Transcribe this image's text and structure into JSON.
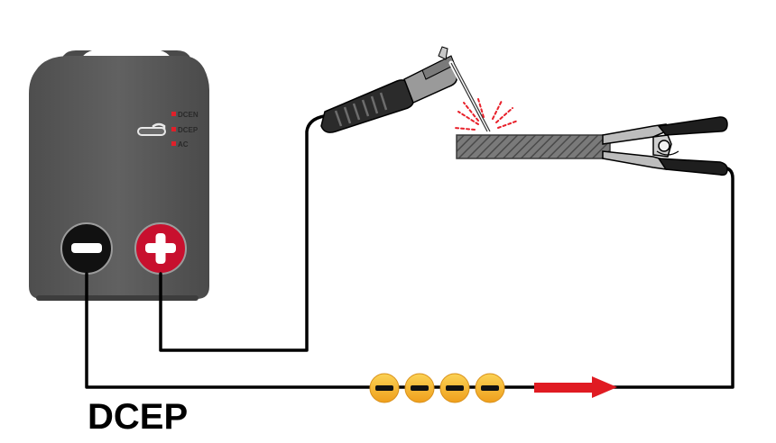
{
  "diagram": {
    "caption": "DCEP",
    "welder": {
      "selector_modes": [
        {
          "label": "DCEN",
          "selected": false
        },
        {
          "label": "DCEP",
          "selected": true
        },
        {
          "label": "AC",
          "selected": false
        }
      ],
      "negative_terminal_icon": "minus-icon",
      "positive_terminal_icon": "plus-icon"
    },
    "electrons": {
      "count": 4,
      "icon": "minus-icon",
      "flow_direction": "right"
    },
    "colors": {
      "machine_body": "#5a5a5a",
      "negative_terminal": "#111111",
      "positive_terminal": "#c8102e",
      "indicator_led": "#e0202a",
      "electron": "#f5b82e",
      "flow_arrow": "#e01b22",
      "sparks": "#e8202a",
      "cable": "#000000"
    }
  }
}
